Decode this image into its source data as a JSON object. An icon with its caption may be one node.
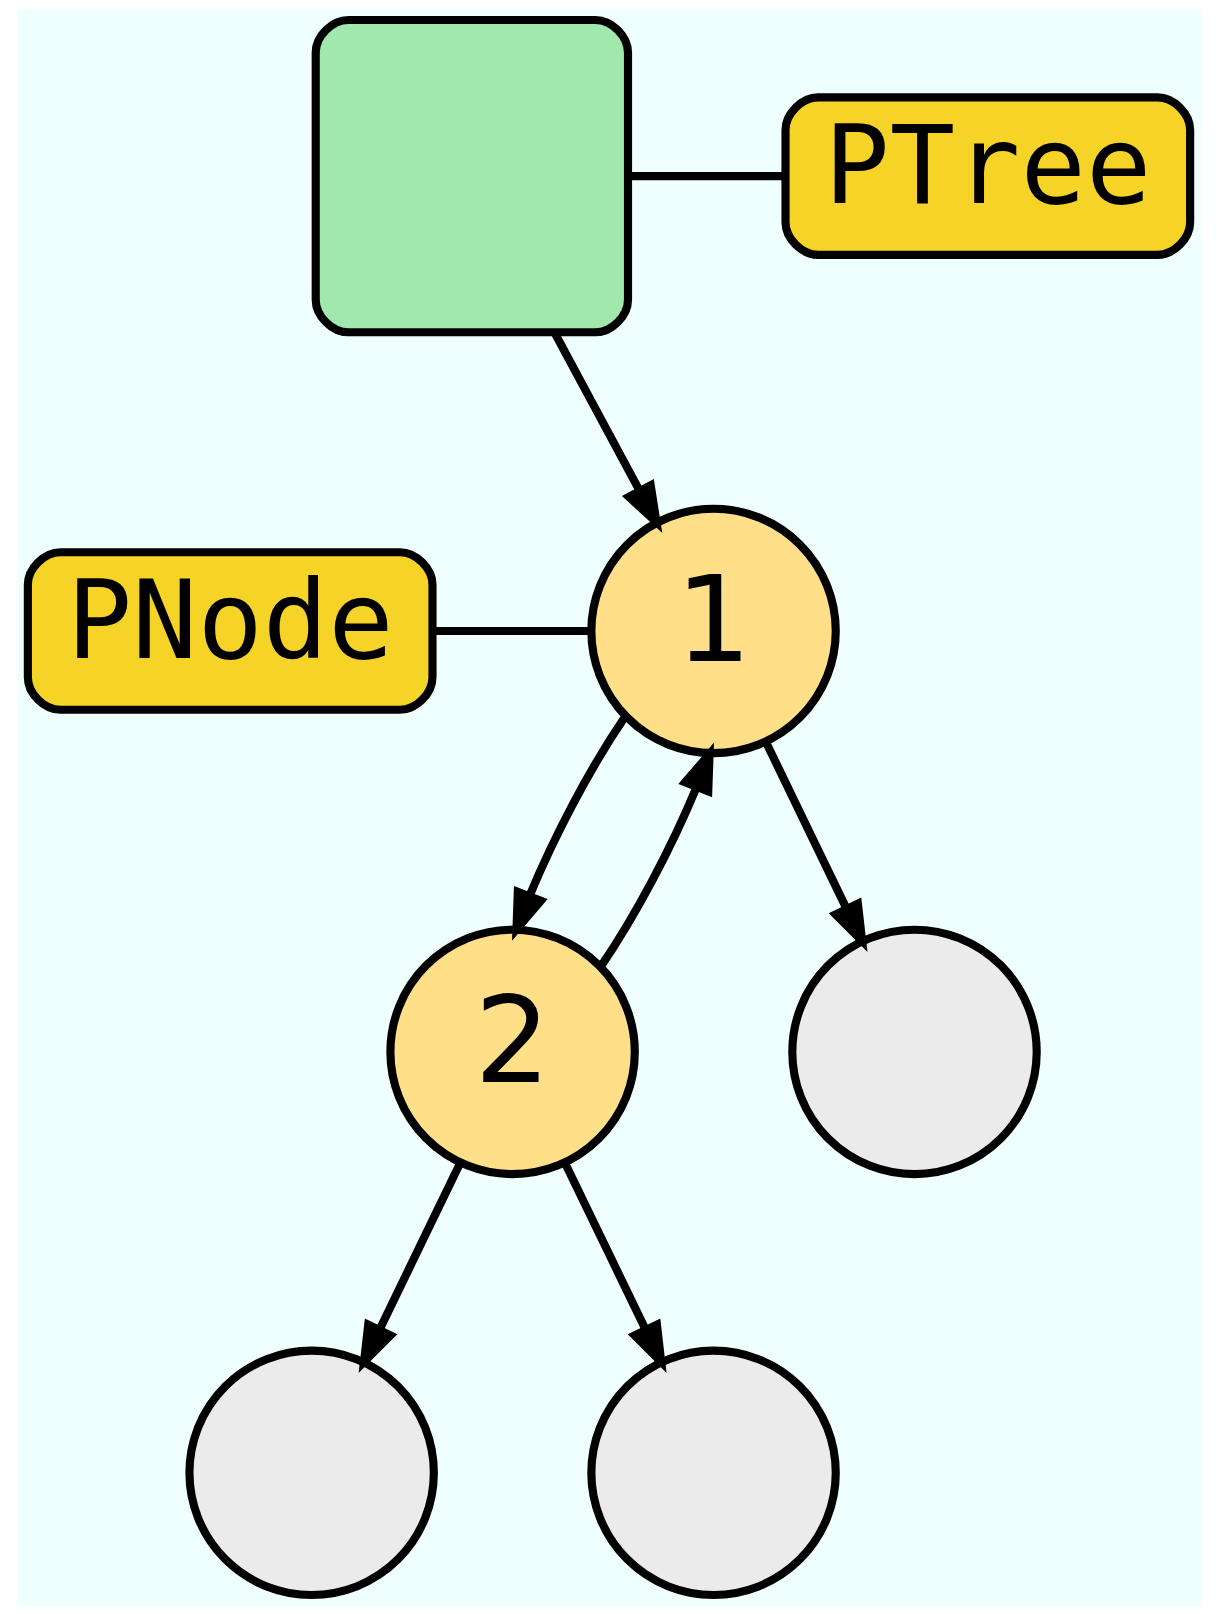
{
  "diagram": {
    "nodes": [
      {
        "text": [],
        "shape": "box"
      },
      {
        "text": [
          "PTree"
        ]
      },
      {
        "text": [
          "PNode"
        ]
      },
      {
        "text": [
          "1"
        ]
      },
      {
        "text": [
          "2"
        ]
      },
      {
        "text": [],
        "shape": "circle"
      },
      {
        "text": [],
        "shape": "circle"
      },
      {
        "text": [],
        "shape": "circle"
      }
    ],
    "edges": [
      {
        "from": 1,
        "to": 0,
        "arrow": "none"
      },
      {
        "from": 0,
        "to": 3,
        "arrow": "to"
      },
      {
        "from": 2,
        "to": 3,
        "arrow": "none"
      },
      {
        "from": 4,
        "to": 3,
        "arrow": "to"
      },
      {
        "from": 3,
        "to": 4,
        "arrow": "to"
      },
      {
        "from": 3,
        "to": 5,
        "arrow": "to"
      },
      {
        "from": 4,
        "to": 6,
        "arrow": "to"
      },
      {
        "from": 4,
        "to": 7,
        "arrow": "to"
      }
    ]
  }
}
